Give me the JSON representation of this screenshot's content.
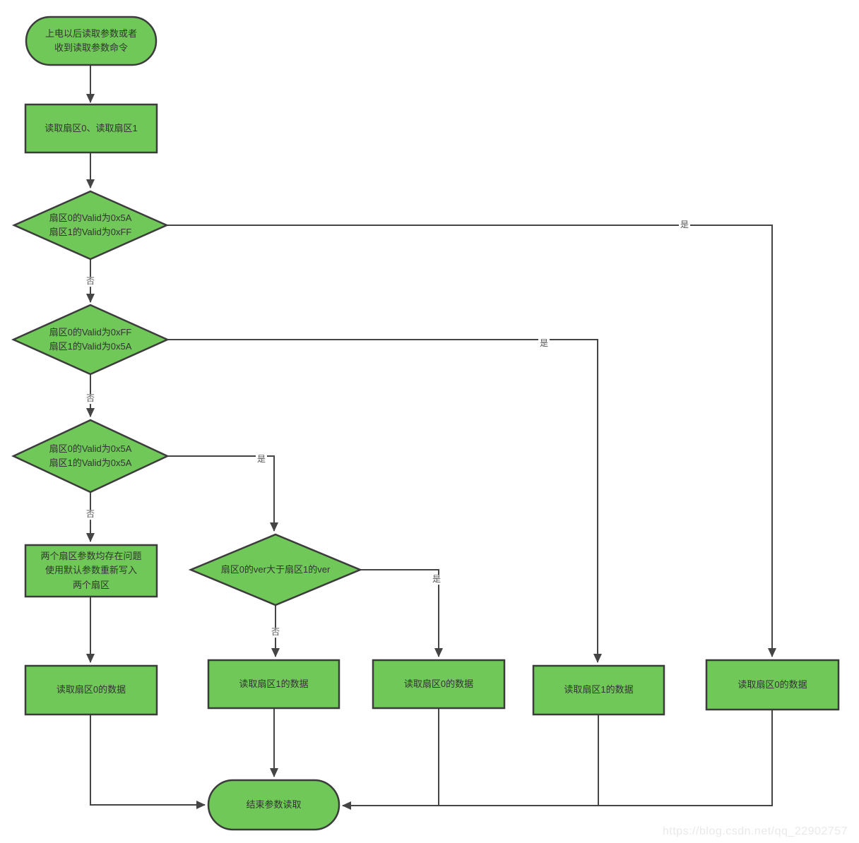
{
  "diagram": {
    "title": "parameter-read-flowchart",
    "colors": {
      "node_fill": "#6fc857",
      "node_border": "#3c3c3c",
      "line_color": "#454545"
    },
    "nodes": {
      "start": {
        "label": "上电以后读取参数或者\n收到读取参数命令"
      },
      "read_sectors": {
        "label": "读取扇区0、读取扇区1"
      },
      "decision1": {
        "label": "扇区0的Valid为0x5A\n扇区1的Valid为0xFF"
      },
      "decision2": {
        "label": "扇区0的Valid为0xFF\n扇区1的Valid为0x5A"
      },
      "decision3": {
        "label": "扇区0的Valid为0x5A\n扇区1的Valid为0x5A"
      },
      "rewrite_default": {
        "label": "两个扇区参数均存在问题\n使用默认参数重新写入\n两个扇区"
      },
      "decision4": {
        "label": "扇区0的ver大于扇区1的ver"
      },
      "read_sector0_left": {
        "label": "读取扇区0的数据"
      },
      "read_sector1_mid": {
        "label": "读取扇区1的数据"
      },
      "read_sector0_mid": {
        "label": "读取扇区0的数据"
      },
      "read_sector1_right": {
        "label": "读取扇区1的数据"
      },
      "read_sector0_far_right": {
        "label": "读取扇区0的数据"
      },
      "end": {
        "label": "结束参数读取"
      }
    },
    "edge_labels": {
      "yes": "是",
      "no": "否"
    },
    "watermark": "https://blog.csdn.net/qq_22902757"
  }
}
